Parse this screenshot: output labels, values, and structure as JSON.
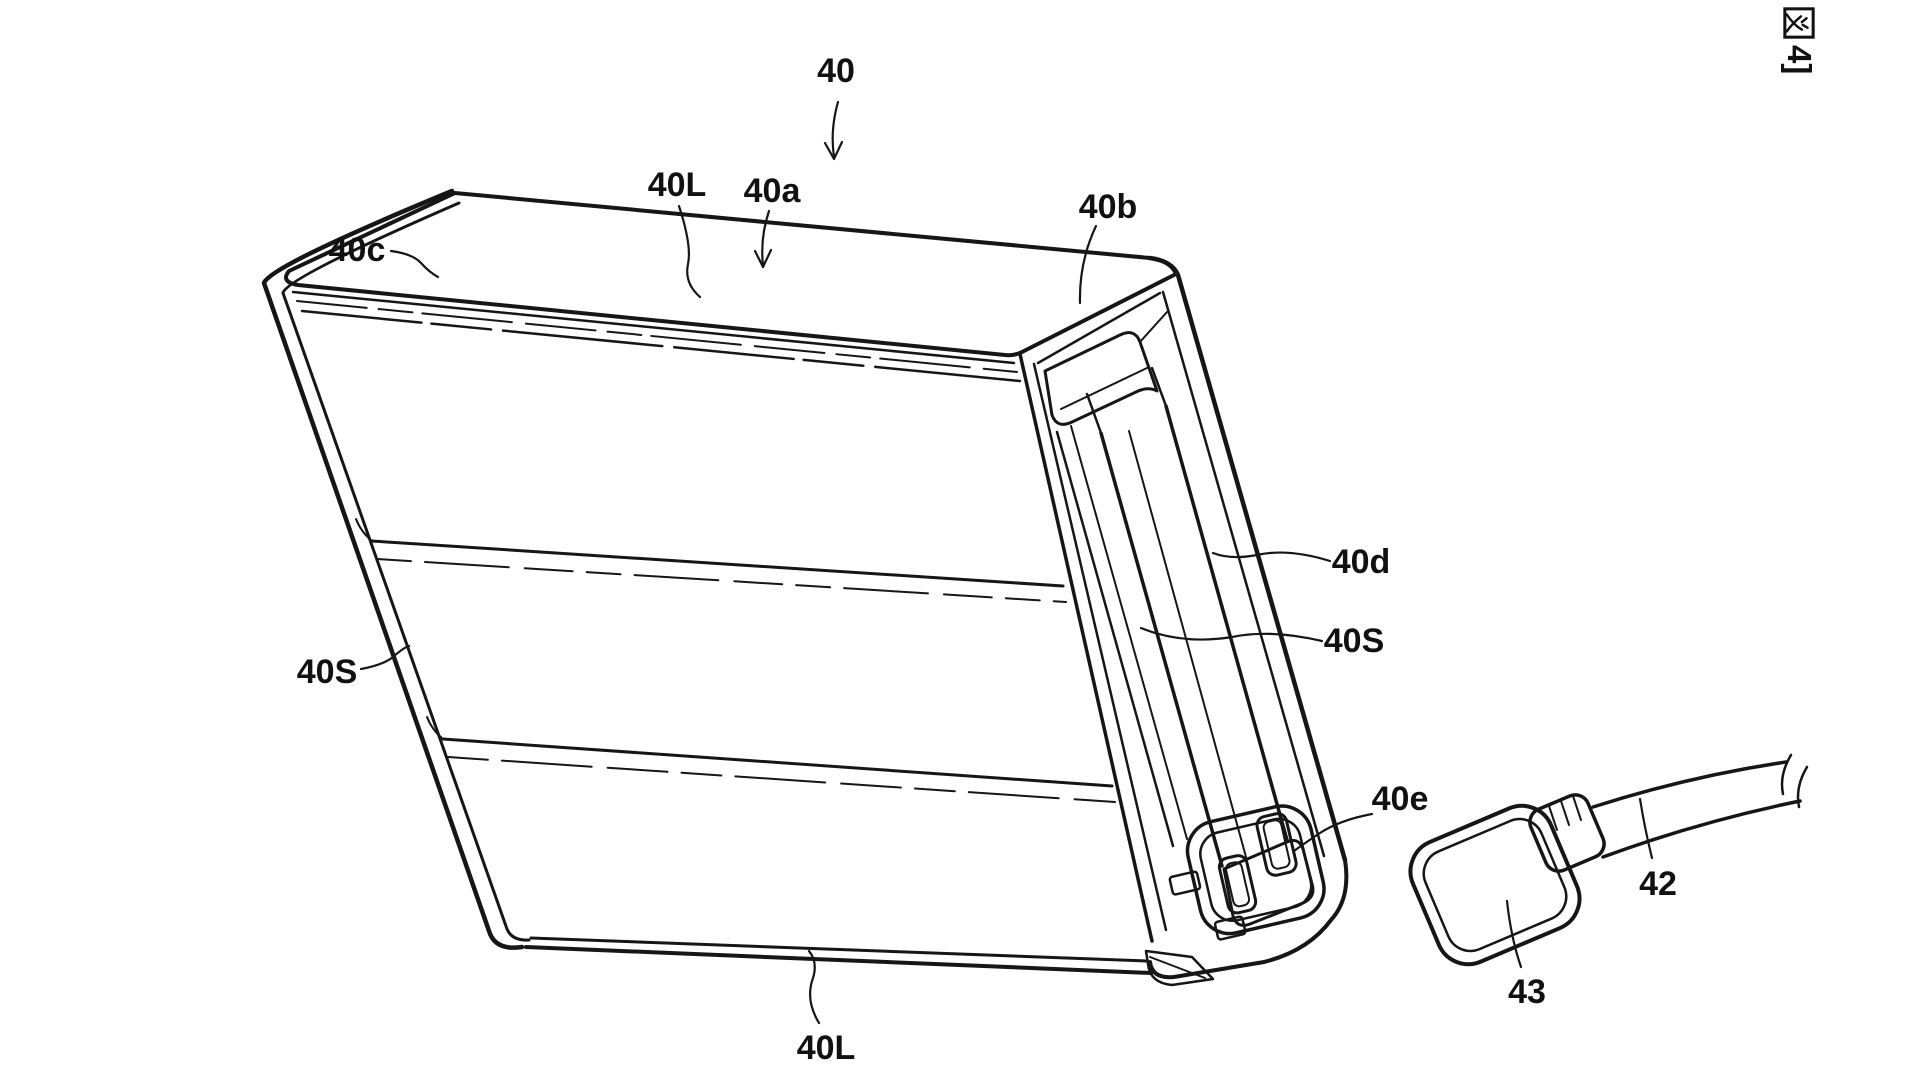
{
  "figure": {
    "label": "図4]",
    "kanji": "図",
    "label_suffix": "4]"
  },
  "diagram": {
    "description_type": "patent-line-drawing",
    "colors": {
      "line": "#161616",
      "background": "#ffffff"
    },
    "labels": [
      {
        "id": "ref-40",
        "text": "40"
      },
      {
        "id": "ref-40L-top",
        "text": "40L"
      },
      {
        "id": "ref-40a",
        "text": "40a"
      },
      {
        "id": "ref-40b",
        "text": "40b"
      },
      {
        "id": "ref-40c",
        "text": "40c"
      },
      {
        "id": "ref-40d",
        "text": "40d"
      },
      {
        "id": "ref-40S-right",
        "text": "40S"
      },
      {
        "id": "ref-40S-left",
        "text": "40S"
      },
      {
        "id": "ref-40e",
        "text": "40e"
      },
      {
        "id": "ref-42",
        "text": "42"
      },
      {
        "id": "ref-43",
        "text": "43"
      },
      {
        "id": "ref-40L-bottom",
        "text": "40L"
      }
    ]
  }
}
